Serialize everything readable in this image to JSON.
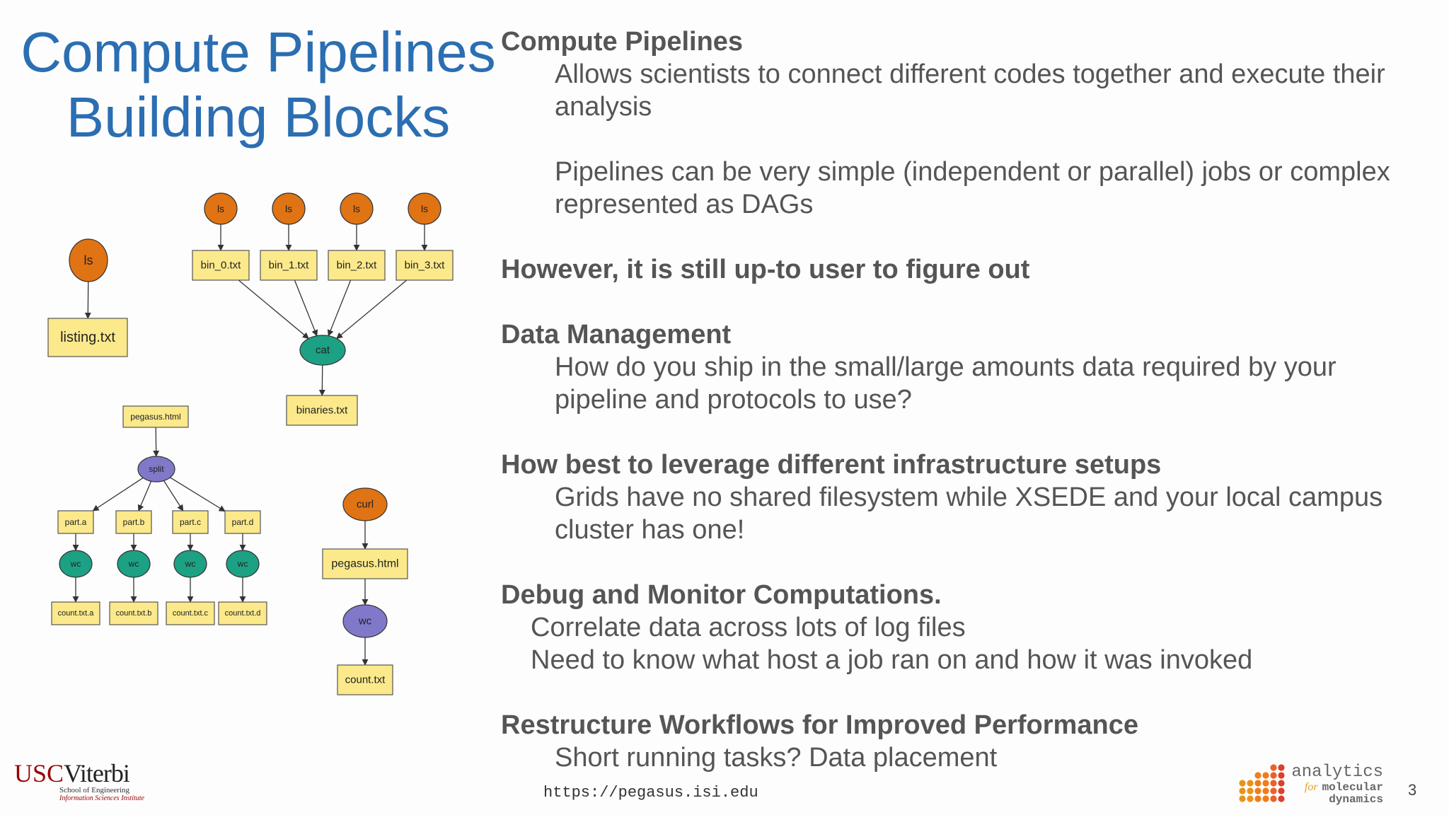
{
  "title": {
    "line1": "Compute Pipelines",
    "line2": "Building Blocks"
  },
  "sections": [
    {
      "heading": "Compute Pipelines",
      "paragraphs": [
        "Allows scientists to connect different codes together and execute their analysis",
        "Pipelines can be very simple (independent or parallel) jobs or complex represented as DAGs"
      ]
    },
    {
      "heading": "However, it is still up-to user to figure out",
      "paragraphs": []
    },
    {
      "heading": "Data Management",
      "paragraphs": [
        "How do you ship in the small/large amounts data required by your pipeline and protocols to use?"
      ]
    },
    {
      "heading": "How best to leverage different infrastructure setups",
      "paragraphs": [
        "Grids have no shared filesystem while XSEDE and your local campus cluster has one!"
      ]
    },
    {
      "heading": "Debug and Monitor Computations.",
      "paragraphs": [
        "Correlate data across lots of log files",
        "Need to know what host a job ran on and how it was invoked"
      ]
    },
    {
      "heading": "Restructure Workflows for Improved Performance",
      "paragraphs": [
        "Short running tasks? Data placement"
      ]
    }
  ],
  "diagram": {
    "colors": {
      "job_orange": "#e07314",
      "job_green": "#1ca184",
      "job_purple": "#8079c9",
      "file_yellow": "#fbe98b",
      "edge": "#333333"
    },
    "wf1": {
      "job": "ls",
      "file": "listing.txt"
    },
    "wf2": {
      "jobs": [
        "ls",
        "ls",
        "ls",
        "ls"
      ],
      "files": [
        "bin_0.txt",
        "bin_1.txt",
        "bin_2.txt",
        "bin_3.txt"
      ],
      "merge_job": "cat",
      "output": "binaries.txt"
    },
    "wf3": {
      "input": "pegasus.html",
      "split_job": "split",
      "parts": [
        "part.a",
        "part.b",
        "part.c",
        "part.d"
      ],
      "count_jobs": [
        "wc",
        "wc",
        "wc",
        "wc"
      ],
      "outputs": [
        "count.txt.a",
        "count.txt.b",
        "count.txt.c",
        "count.txt.d"
      ]
    },
    "wf4": {
      "job": "curl",
      "file": "pegasus.html",
      "count_job": "wc",
      "output": "count.txt"
    }
  },
  "footer": {
    "url": "https://pegasus.isi.edu",
    "page_number": "3",
    "usc_logo": {
      "usc": "USC",
      "viterbi": "Viterbi",
      "school": "School of Engineering",
      "institute": "Information Sciences Institute"
    },
    "amd_logo": {
      "line1": "analytics",
      "for": "for",
      "line2": "molecular",
      "line3": "dynamics"
    }
  }
}
